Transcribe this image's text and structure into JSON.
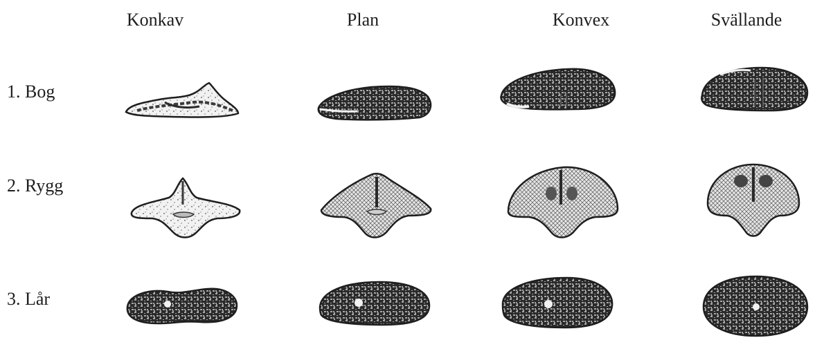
{
  "columns": [
    {
      "key": "konkav",
      "label": "Konkav"
    },
    {
      "key": "plan",
      "label": "Plan"
    },
    {
      "key": "konvex",
      "label": "Konvex"
    },
    {
      "key": "svallande",
      "label": "Svällande"
    }
  ],
  "rows": [
    {
      "key": "bog",
      "label": "1. Bog"
    },
    {
      "key": "rygg",
      "label": "2. Rygg"
    },
    {
      "key": "lar",
      "label": "3. Lår"
    }
  ],
  "colors": {
    "ink": "#1e1e1e",
    "muscle_fill": "#3a3a3a",
    "light_fill": "#f2f2f2"
  }
}
